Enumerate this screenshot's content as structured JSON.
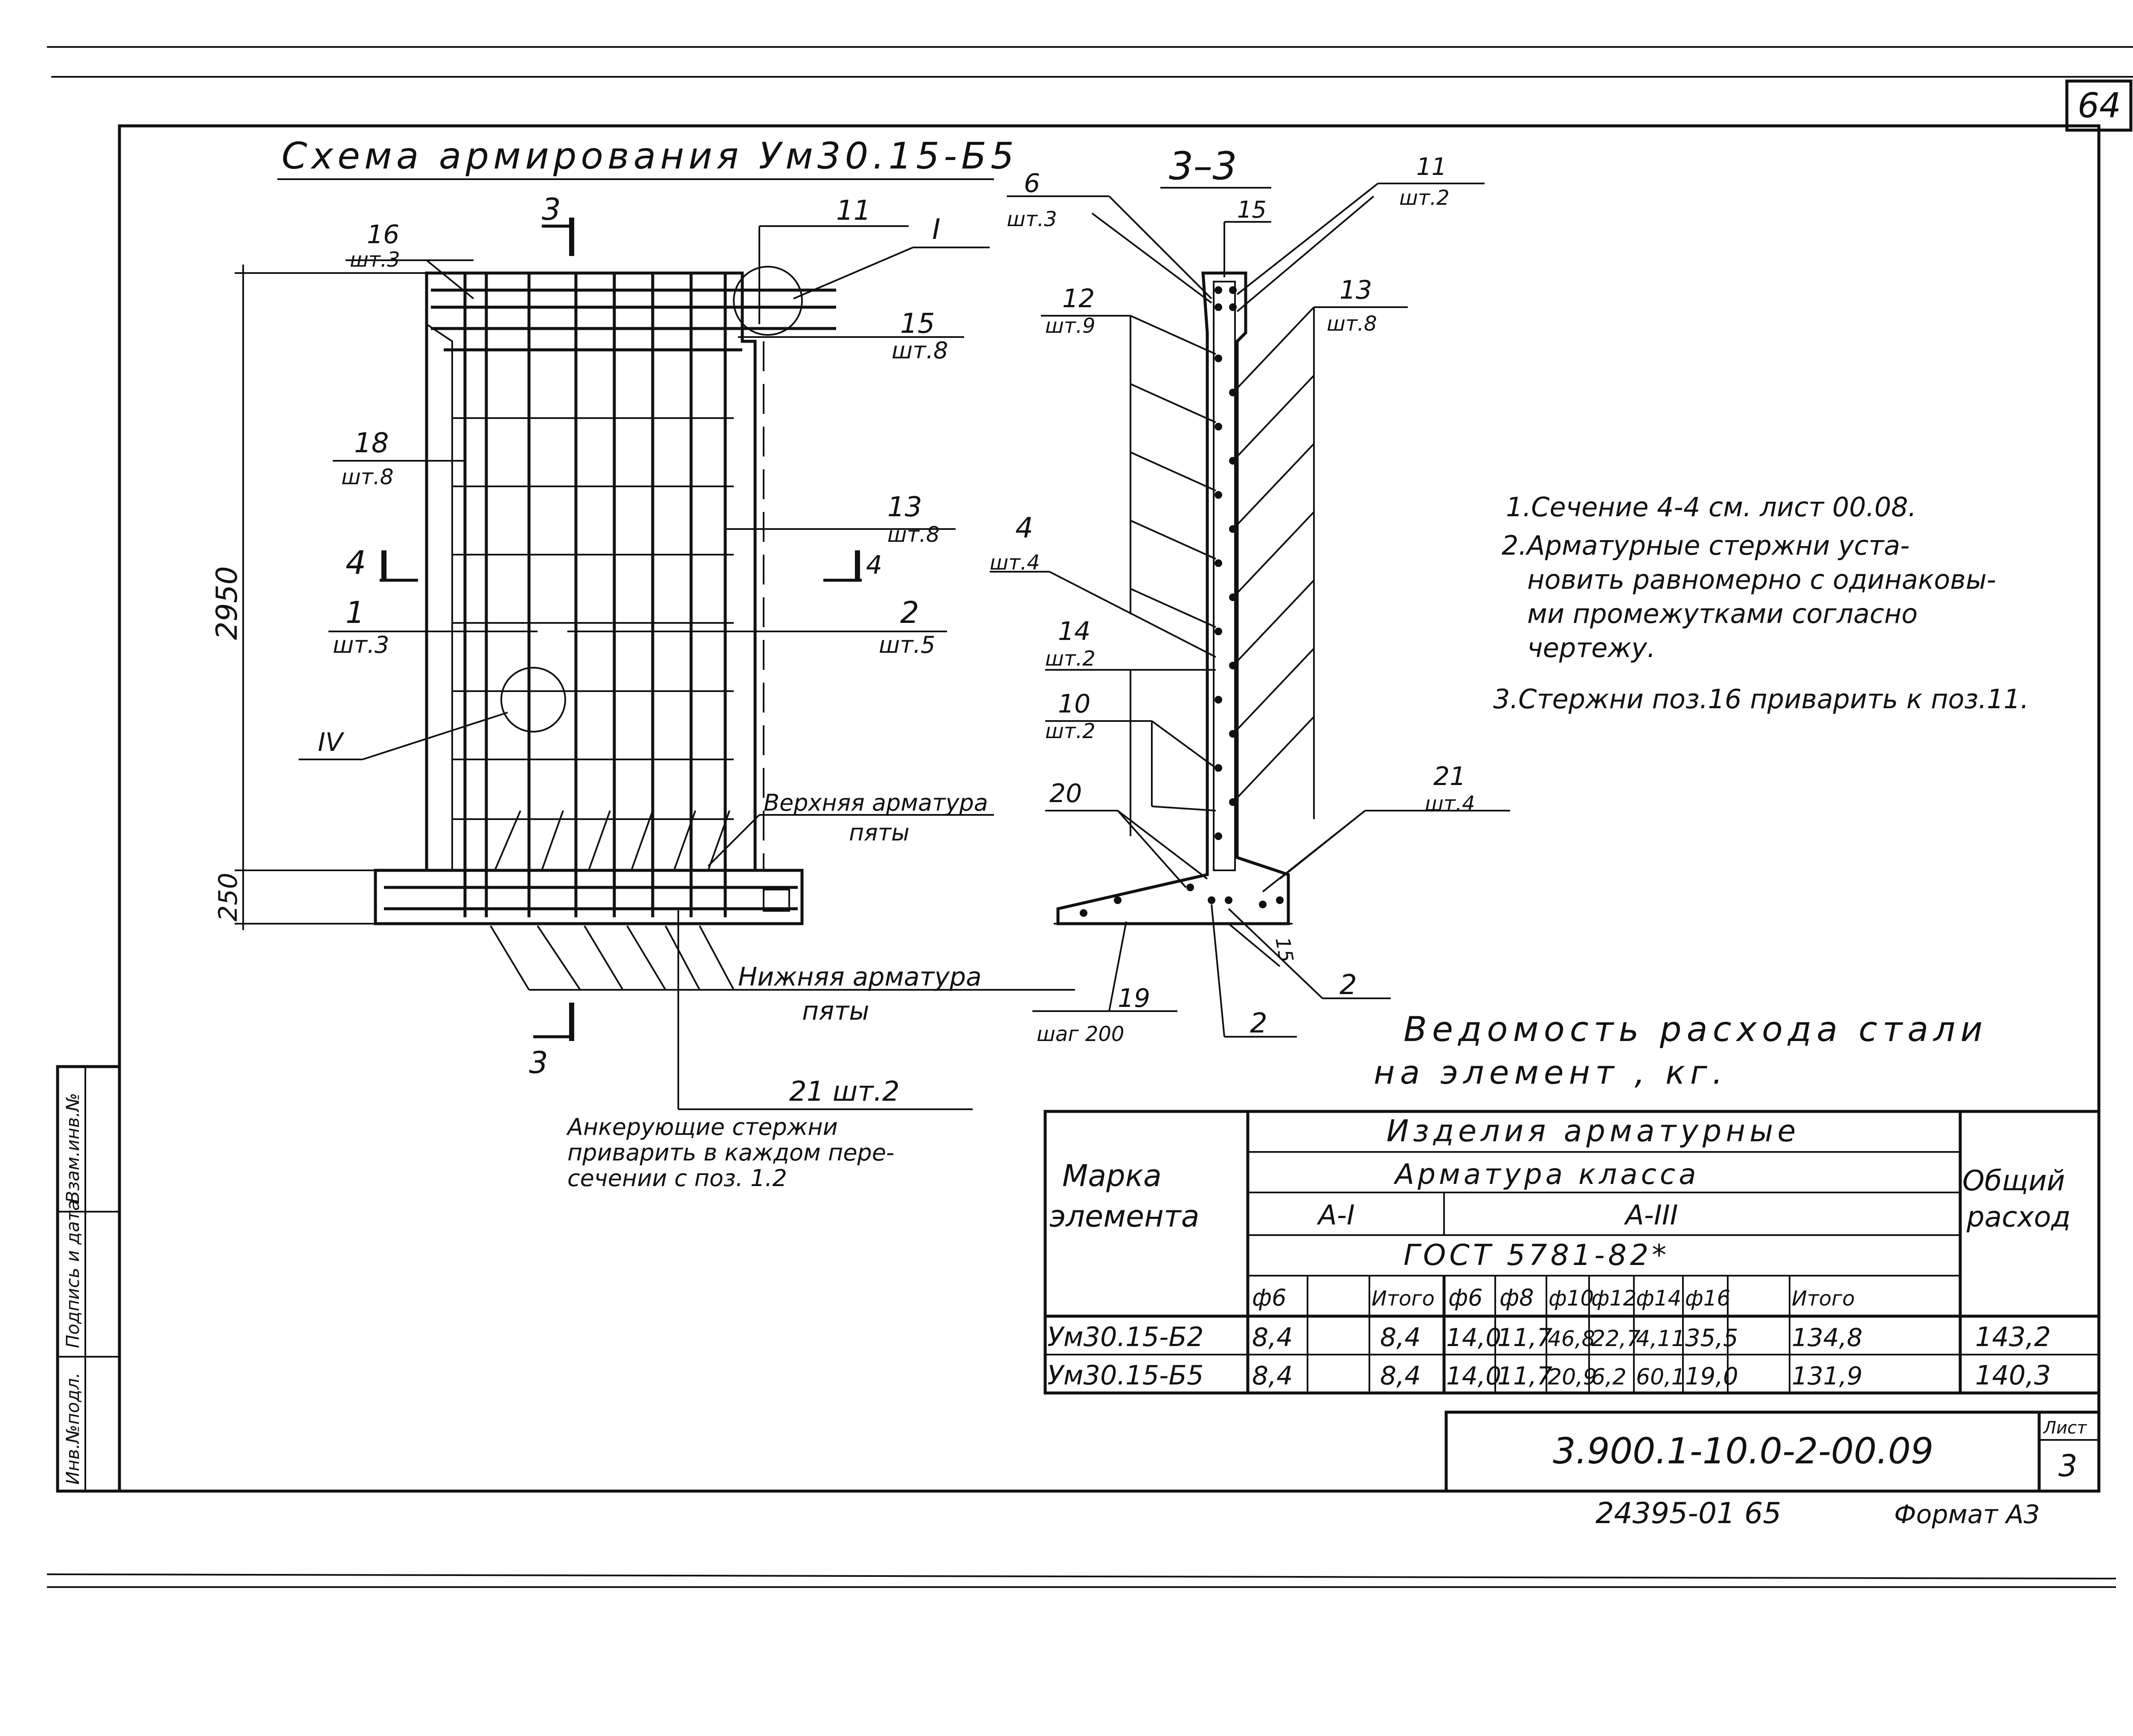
{
  "sheet_number": "64",
  "scheme": {
    "title": "Схема армирования Ум30.15-Б5",
    "dim_height": "2950",
    "dim_base": "250",
    "section_mark": "3",
    "section_44": "4",
    "detail_I": "I",
    "detail_IV": "IV",
    "callouts": [
      {
        "pos": "16",
        "qty": "шт.3"
      },
      {
        "pos": "11",
        "qty": ""
      },
      {
        "pos": "15",
        "qty": "шт.8"
      },
      {
        "pos": "18",
        "qty": "шт.8"
      },
      {
        "pos": "13",
        "qty": "шт.8"
      },
      {
        "pos": "1",
        "qty": "шт.3"
      },
      {
        "pos": "2",
        "qty": "шт.5"
      }
    ],
    "upper_heel": [
      "Верхняя арматура",
      "пяты"
    ],
    "lower_heel": [
      "Нижняя арматура",
      "пяты"
    ],
    "anchor_label": "21 шт.2",
    "anchor_note": [
      "Анкерующие стержни",
      "приварить в каждом пере-",
      "сечении с поз. 1.2"
    ]
  },
  "section33": {
    "title": "3–3",
    "callouts": [
      {
        "pos": "6",
        "qty": "шт.3"
      },
      {
        "pos": "15",
        "qty": ""
      },
      {
        "pos": "11",
        "qty": "шт.2"
      },
      {
        "pos": "12",
        "qty": "шт.9"
      },
      {
        "pos": "13",
        "qty": "шт.8"
      },
      {
        "pos": "4",
        "qty": "шт.4"
      },
      {
        "pos": "14",
        "qty": "шт.2"
      },
      {
        "pos": "10",
        "qty": "шт.2"
      },
      {
        "pos": "20",
        "qty": ""
      },
      {
        "pos": "21",
        "qty": "шт.4"
      },
      {
        "pos": "19",
        "qty": "шаг 200"
      },
      {
        "pos": "2",
        "qty": ""
      },
      {
        "pos": "2",
        "qty": ""
      },
      {
        "pos": "15",
        "qty": ""
      }
    ]
  },
  "notes": [
    "1.Сечение 4-4 см. лист 00.08.",
    "2.Арматурные стержни уста-",
    "новить равномерно с одинаковы-",
    "ми промежутками согласно",
    "чертежу.",
    "3.Стержни поз.16 приварить к поз.11."
  ],
  "table_title": [
    "Ведомость расхода стали",
    "на элемент , кг."
  ],
  "table": {
    "mark_header": [
      "Марка",
      "элемента"
    ],
    "products": "Изделия арматурные",
    "class_header": "Арматура класса",
    "class_a1": "А-I",
    "class_a3": "А-III",
    "gost": "ГОСТ 5781-82*",
    "total_header": [
      "Общий",
      "расход"
    ],
    "columns": [
      "ф6",
      "",
      "Итого",
      "ф6",
      "ф8",
      "ф10",
      "ф12",
      "ф14",
      "ф16",
      "",
      "Итого"
    ],
    "rows": [
      {
        "mark": "Ум30.15-Б2",
        "cells": [
          "8,4",
          "",
          "8,4",
          "14,0",
          "11,7",
          "46,8",
          "22,7",
          "4,11",
          "35,5",
          "",
          "134,8"
        ],
        "total": "143,2"
      },
      {
        "mark": "Ум30.15-Б5",
        "cells": [
          "8,4",
          "",
          "8,4",
          "14,0",
          "11,7",
          "20,9",
          "6,2",
          "60,1",
          "19,0",
          "",
          "131,9"
        ],
        "total": "140,3"
      }
    ]
  },
  "stamp": {
    "code": "3.900.1-10.0-2-00.09",
    "sheet_label": "Лист",
    "sheet_value": "3"
  },
  "footer": {
    "number": "24395-01 65",
    "format": "Формат А3"
  },
  "side_strip": [
    "Инв.№подл.",
    "Подпись и дата",
    "Взам.инв.№"
  ]
}
